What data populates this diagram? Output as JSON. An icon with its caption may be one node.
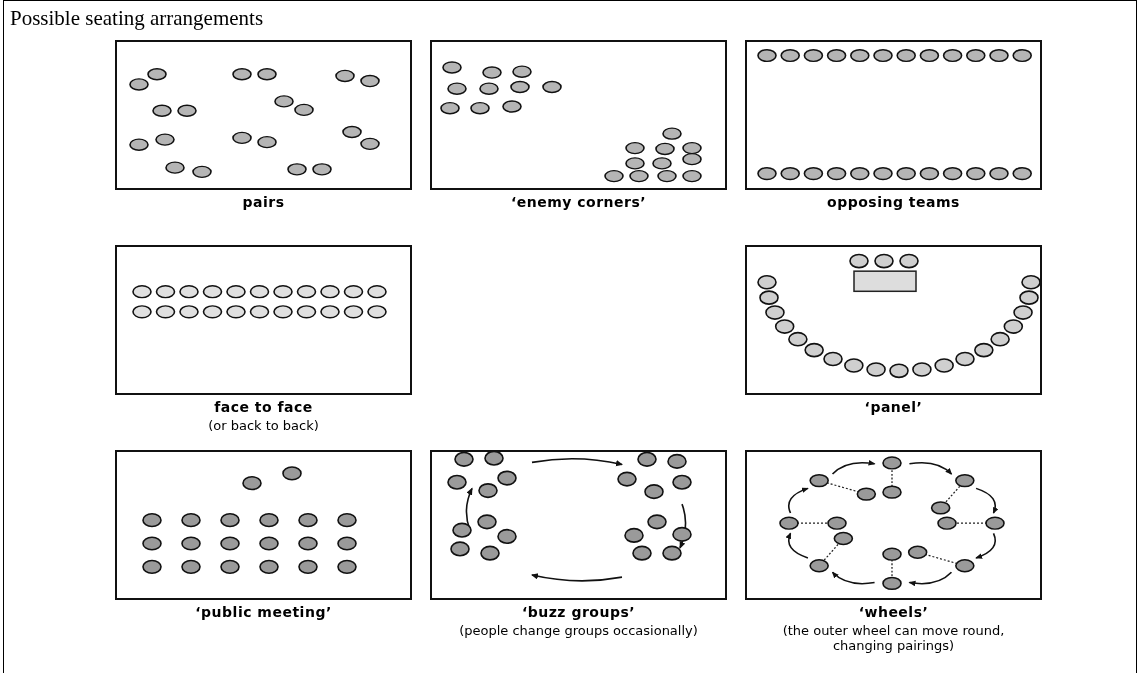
{
  "diagram": {
    "title": "Possible seating arrangements",
    "nodes": [
      {
        "text": [
          "pairs"
        ]
      },
      {
        "text": [
          "‘enemy corners’"
        ]
      },
      {
        "text": [
          "opposing teams"
        ]
      },
      {
        "text": [
          "face to face",
          "(or back to back)"
        ]
      },
      {
        "text": [
          "‘panel’"
        ]
      },
      {
        "text": [
          "‘public meeting’"
        ]
      },
      {
        "text": [
          "‘buzz groups’",
          "(people change groups occasionally)"
        ]
      },
      {
        "text": [
          "‘wheels’",
          "(the outer wheel can move round, changing pairings)"
        ]
      }
    ]
  }
}
